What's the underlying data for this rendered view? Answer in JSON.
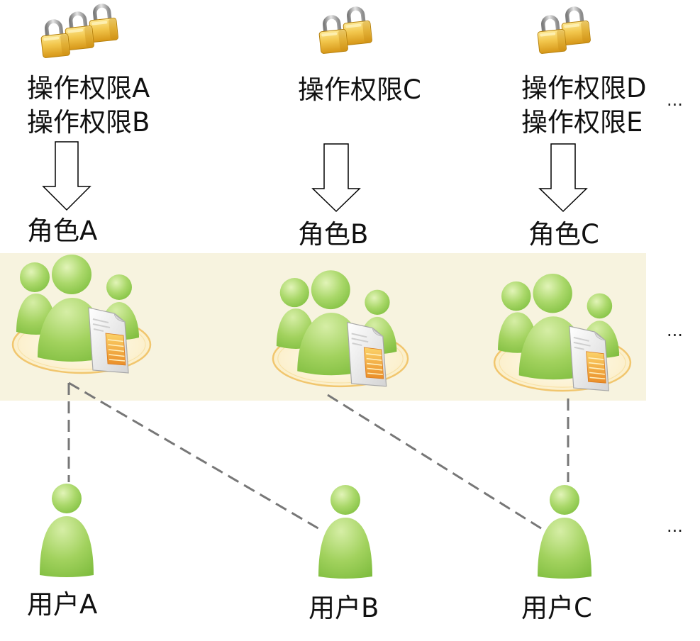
{
  "permissions": [
    [
      "操作权限A",
      "操作权限B"
    ],
    [
      "操作权限C"
    ],
    [
      "操作权限D",
      "操作权限E"
    ]
  ],
  "roles": [
    "角色A",
    "角色B",
    "角色C"
  ],
  "users": [
    "用户A",
    "用户B",
    "用户C"
  ],
  "more": {
    "permissions": "...",
    "roles": "...",
    "users": "..."
  },
  "links": [
    {
      "role": 0,
      "user": 0
    },
    {
      "role": 0,
      "user": 1
    },
    {
      "role": 1,
      "user": 2
    },
    {
      "role": 2,
      "user": 2
    }
  ],
  "icons": {
    "permission": "padlock-icon",
    "grant": "down-arrow-icon",
    "role": "user-group-document-icon",
    "user": "user-icon"
  },
  "colors": {
    "role_band": "#f7f3df",
    "person_green": "#8cc63f",
    "padlock_gold": "#ecbd3f",
    "role_ring": "#f1c66e",
    "connector": "#777777",
    "arrow_outline": "#000000",
    "text": "#111111"
  }
}
